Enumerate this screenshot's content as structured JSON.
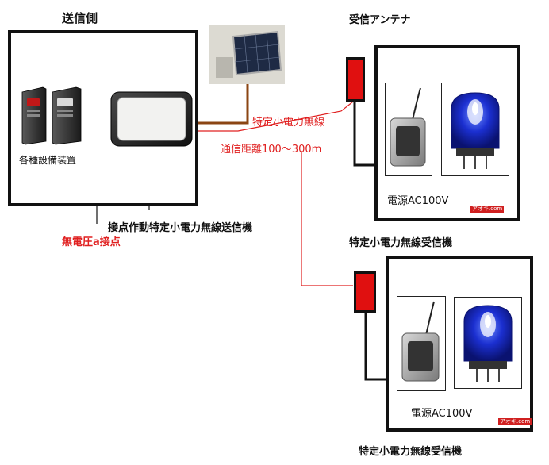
{
  "labels": {
    "sender_side": "送信側",
    "receive_antenna": "受信アンテナ",
    "equipment": "各種設備装置",
    "specified_low_power_radio": "特定小電力無線",
    "range": "通信距離100～300m",
    "transmitter": "接点作動特定小電力無線送信機",
    "dry_contact": "無電圧a接点",
    "power_top": "電源AC100V",
    "power_bottom": "電源AC100V",
    "receiver_top": "特定小電力無線受信機",
    "receiver_bottom": "特定小電力無線受信機"
  },
  "colors": {
    "frame": "#111111",
    "signal_line": "#e02020",
    "solar_line": "#8b4513",
    "antenna": "#e01010",
    "beacon": "#1b2fd0"
  },
  "icons": {
    "equipment": "control-unit-icon",
    "transmitter": "transmitter-panel-icon",
    "solar": "solar-panel-icon",
    "receiver": "receiver-unit-icon",
    "beacon": "rotating-beacon-icon",
    "antenna": "antenna-block-icon"
  },
  "watermark": "アオキ.com"
}
